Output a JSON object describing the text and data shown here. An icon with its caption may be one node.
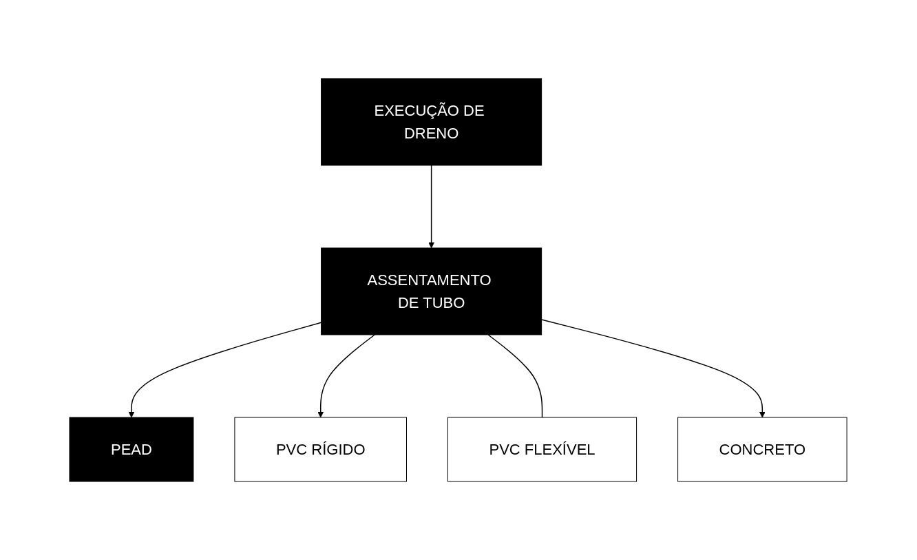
{
  "diagram": {
    "nodes": [
      {
        "text": [
          "EXECUÇÃO DE DRENO"
        ]
      },
      {
        "text": [
          "ASSENTAMENTO DE TUBO"
        ]
      },
      {
        "text": [
          "PEAD"
        ]
      },
      {
        "text": [
          "PVC RÍGIDO"
        ]
      },
      {
        "text": [
          "PVC FLEXÍVEL"
        ]
      },
      {
        "text": [
          "CONCRETO"
        ]
      }
    ],
    "edges": [
      {
        "from": 0,
        "to": 1,
        "arrow": "to"
      },
      {
        "from": 1,
        "to": 2,
        "arrow": "to"
      },
      {
        "from": 1,
        "to": 3,
        "arrow": "to"
      },
      {
        "from": 1,
        "to": 4,
        "arrow": "none"
      },
      {
        "from": 1,
        "to": 5,
        "arrow": "to"
      }
    ]
  }
}
